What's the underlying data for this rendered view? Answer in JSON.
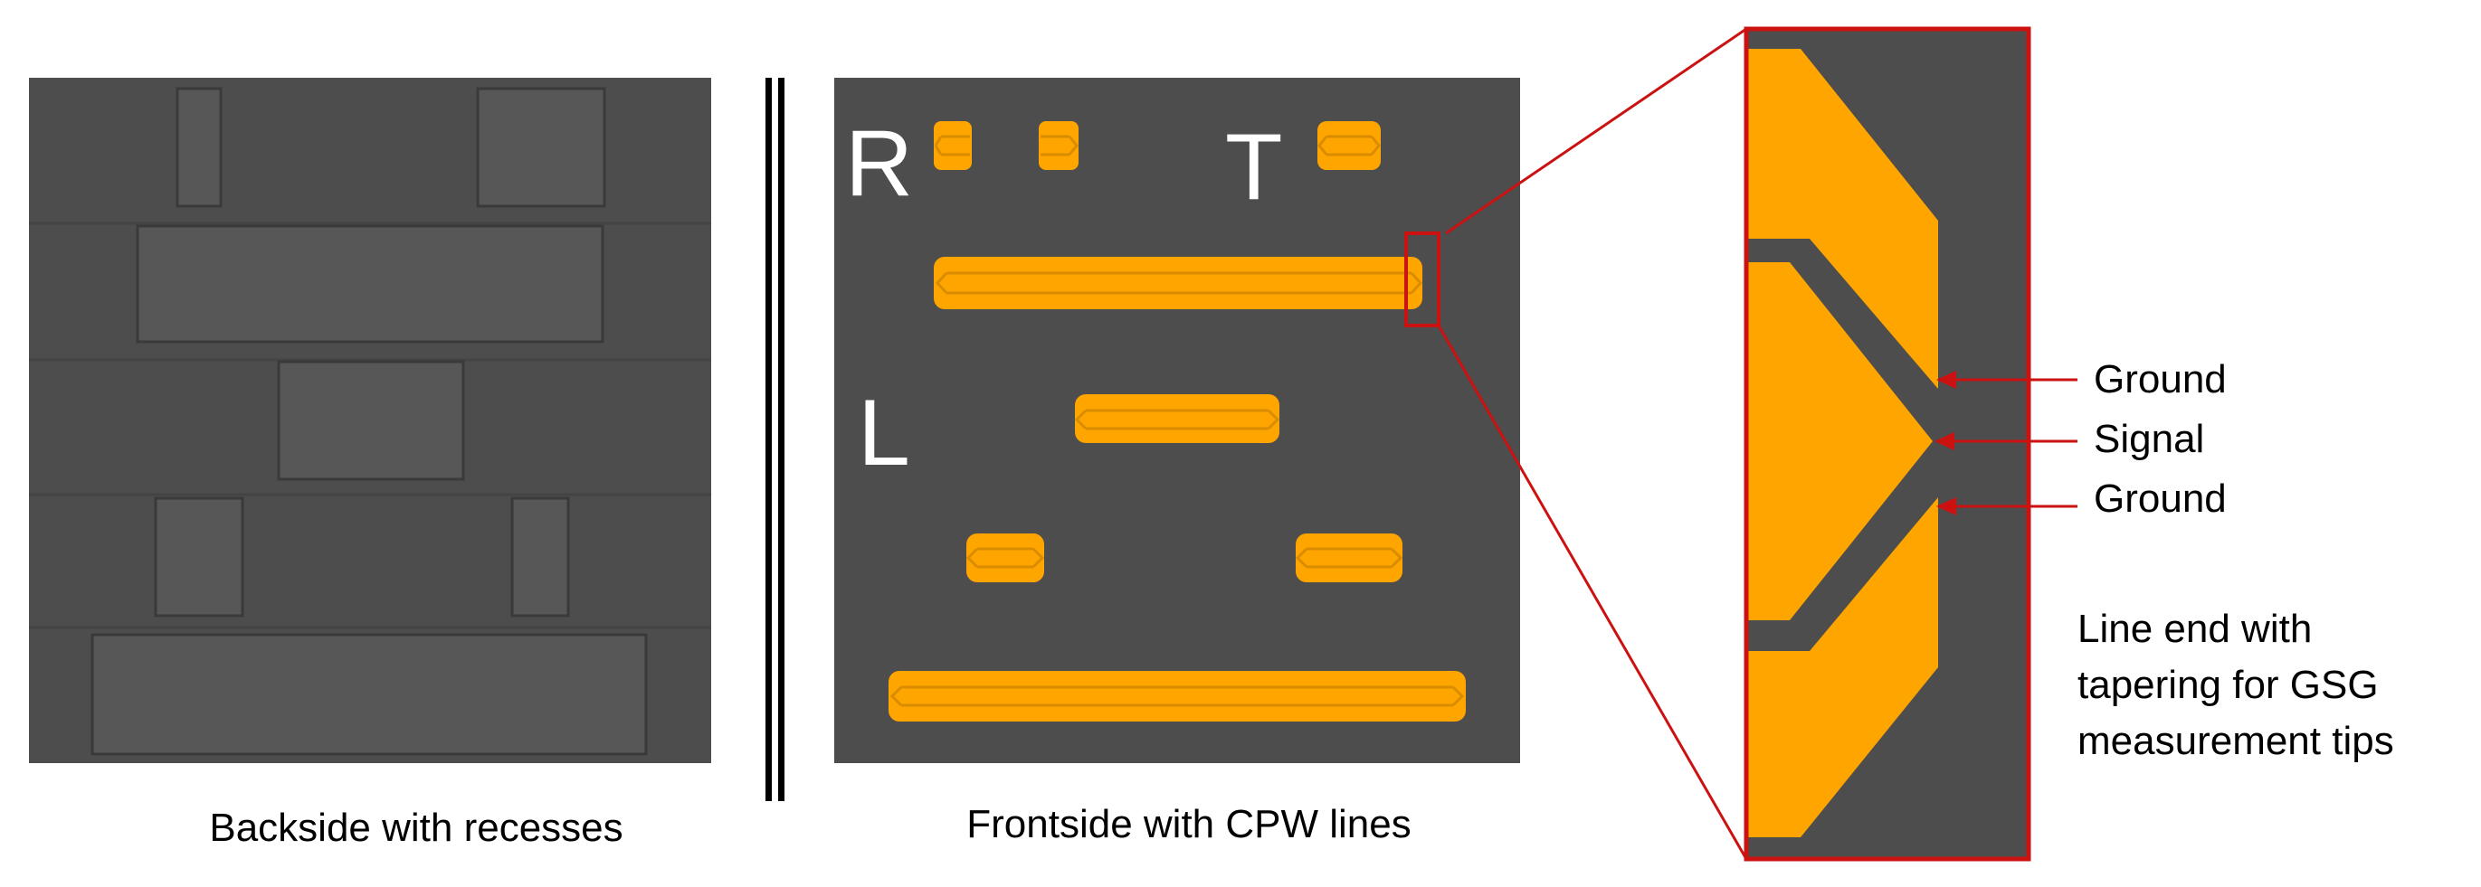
{
  "backside": {
    "caption": "Backside with recesses"
  },
  "frontside": {
    "caption": "Frontside with CPW lines",
    "labels": {
      "r": "R",
      "t": "T",
      "l": "L"
    }
  },
  "zoom": {
    "annotations": {
      "ground_top": "Ground",
      "signal": "Signal",
      "ground_bottom": "Ground"
    },
    "description_lines": [
      "Line end with",
      "tapering for GSG",
      "measurement tips"
    ]
  },
  "colors": {
    "substrate": "#4d4d4d",
    "recess": "#575757",
    "conductor": "#ffa500",
    "conductor_edge": "#d98c00",
    "highlight": "#cc1111",
    "divider": "#000000",
    "label_text": "#ffffff",
    "caption_text": "#000000"
  }
}
